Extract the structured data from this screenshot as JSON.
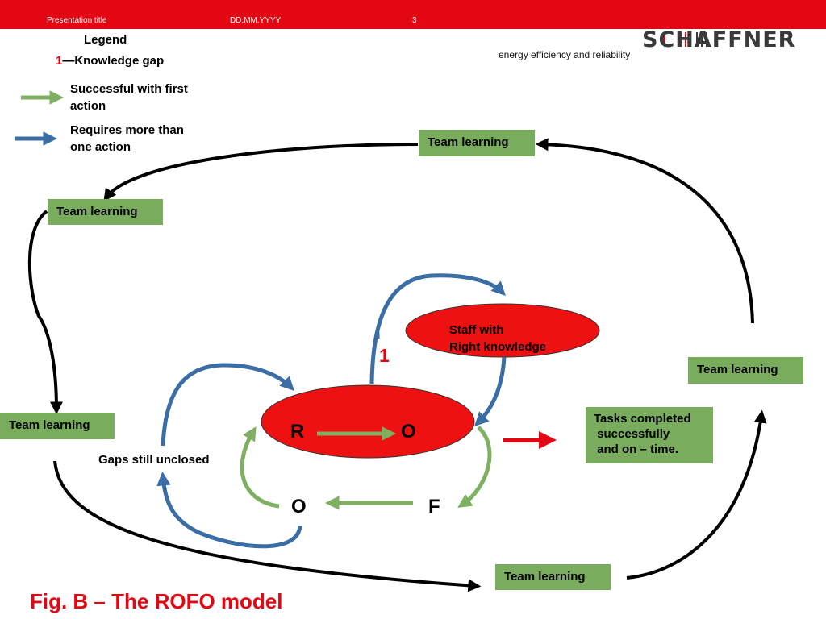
{
  "header": {
    "presentation_title": "Presentation title",
    "date": "DD.MM.YYYY",
    "page_number": "3"
  },
  "brand": {
    "logo_text": "SCHAFFNER",
    "tagline": "energy efficiency and reliability"
  },
  "legend": {
    "title": "Legend",
    "gap_number": "1",
    "gap_label": "—Knowledge gap",
    "green_label_line1": "Successful with first",
    "green_label_line2": "action",
    "blue_label_line1": "Requires more than",
    "blue_label_line2": "one action"
  },
  "diagram": {
    "team_learning": "Team learning",
    "staff_line1": "Staff with",
    "staff_line2": "Right knowledge",
    "gap_marker": "1",
    "letter_r": "R",
    "letter_o_top": "O",
    "letter_o_bottom": "O",
    "letter_f": "F",
    "gaps_label": "Gaps still unclosed",
    "tasks_text": "Tasks completed\n successfully\n and on – time."
  },
  "caption": "Fig. B – The ROFO model",
  "colors": {
    "header_red": "#e30613",
    "ellipse_red": "#ee1111",
    "box_green": "#79ac5d",
    "arrow_green": "#7fb062",
    "arrow_blue": "#3a6ea5",
    "arrow_black": "#000000"
  }
}
